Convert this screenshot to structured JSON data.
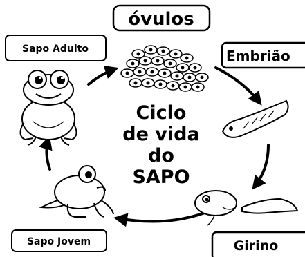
{
  "labels": {
    "ovulos": "óvulos",
    "embriao": "Embrião",
    "girino": "Girino",
    "sapo_jovem": "Sapo Jovem",
    "sapo_adulto": "Sapo Adulto"
  },
  "center": {
    "line1": "Ciclo",
    "line2": "de vida",
    "line3": "do",
    "line4": "SAPO"
  },
  "colors": {
    "ink": "#000000",
    "background": "#ffffff"
  }
}
